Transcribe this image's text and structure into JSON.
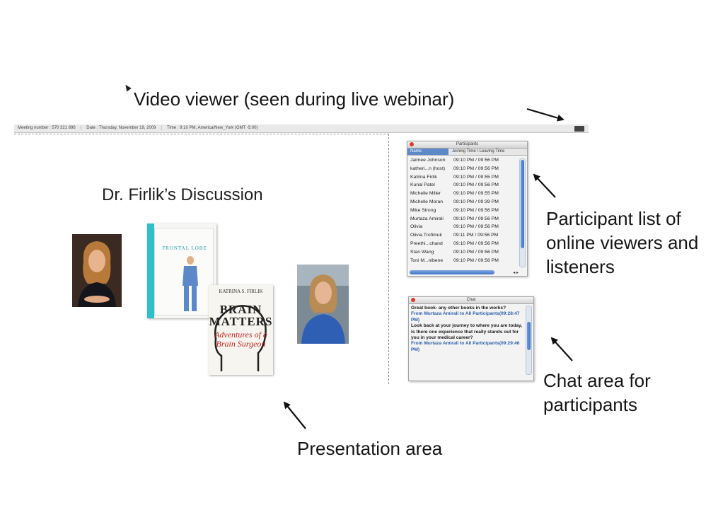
{
  "heading": "Video viewer (seen during live webinar)",
  "toolbar": {
    "meeting": "Meeting number : 570 321 896",
    "date": "Date : Thursday, November 19, 2009",
    "time": "Time : 9:10 PM, America/New_York (GMT -5:00)"
  },
  "presentation": {
    "title": "Dr. Firlik’s Discussion",
    "book1_title": "FRONTAL LOBE",
    "book2_author": "KATRINA S. FIRLIK",
    "book2_title": "BRAIN MATTERS",
    "book2_subtitle": "Adventures of a Brain Surgeon"
  },
  "participants": {
    "title": "Participants",
    "header_name": "Name",
    "header_time": "Joining Time / Leaving Time",
    "rows": [
      {
        "name": "Jaimee Johnson",
        "time": "09:10 PM / 09:56 PM"
      },
      {
        "name": "katheri...n (host)",
        "time": "09:10 PM / 09:56 PM"
      },
      {
        "name": "Katrina Firlik",
        "time": "09:10 PM / 09:55 PM"
      },
      {
        "name": "Kunal Patel",
        "time": "09:10 PM / 09:56 PM"
      },
      {
        "name": "Michelle Miller",
        "time": "09:10 PM / 09:55 PM"
      },
      {
        "name": "Michelle Moran",
        "time": "09:10 PM / 09:39 PM"
      },
      {
        "name": "Mike Strong",
        "time": "09:10 PM / 09:56 PM"
      },
      {
        "name": "Murtaza Amirali",
        "time": "09:10 PM / 09:56 PM"
      },
      {
        "name": "Olivia",
        "time": "09:10 PM / 09:56 PM"
      },
      {
        "name": "Olivia Trofimuk",
        "time": "09:11 PM / 09:56 PM"
      },
      {
        "name": "Preethi...chand",
        "time": "09:10 PM / 09:56 PM"
      },
      {
        "name": "Stan Wang",
        "time": "09:10 PM / 09:56 PM"
      },
      {
        "name": "Toni M...nibene",
        "time": "09:10 PM / 09:56 PM"
      }
    ]
  },
  "chat": {
    "title": "Chat",
    "messages": [
      {
        "kind": "msg",
        "text": "Great book- any other books in the works?"
      },
      {
        "kind": "from",
        "text": "From Murtaza Amirali to All Participants(09:28:47 PM)"
      },
      {
        "kind": "msg",
        "text": "Look back at your journey to where you are today, is there one experience that really stands out for you in your medical career?"
      },
      {
        "kind": "from",
        "text": "From Murtaza Amirali to All Participants(09:29:46 PM)"
      }
    ]
  },
  "callouts": {
    "participants": "Participant list of online viewers and listeners",
    "chat": "Chat area for participants",
    "presentation": "Presentation area"
  },
  "colors": {
    "accent": "#3d72c8",
    "chat_from": "#2e5faa",
    "book_teal": "#30c0c8",
    "book_red": "#c02828"
  }
}
